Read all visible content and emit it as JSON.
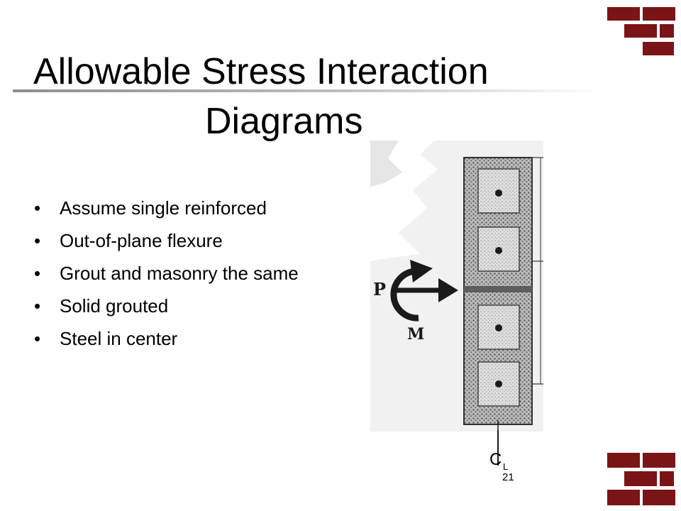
{
  "slide": {
    "title_line1": "Allowable Stress  Interaction",
    "title_line2": "Diagrams",
    "bullets": [
      "Assume single reinforced",
      "Out-of-plane flexure",
      "Grout and masonry the same",
      "Solid grouted",
      "Steel in center"
    ],
    "bullet_symbol": "•",
    "page_number": "21"
  },
  "figure": {
    "load_label": "P",
    "moment_label": "M",
    "centerline_symbol": "C",
    "centerline_subscript": "L"
  },
  "colors": {
    "brick": "#7b1416",
    "text": "#000000",
    "background": "#ffffff"
  }
}
